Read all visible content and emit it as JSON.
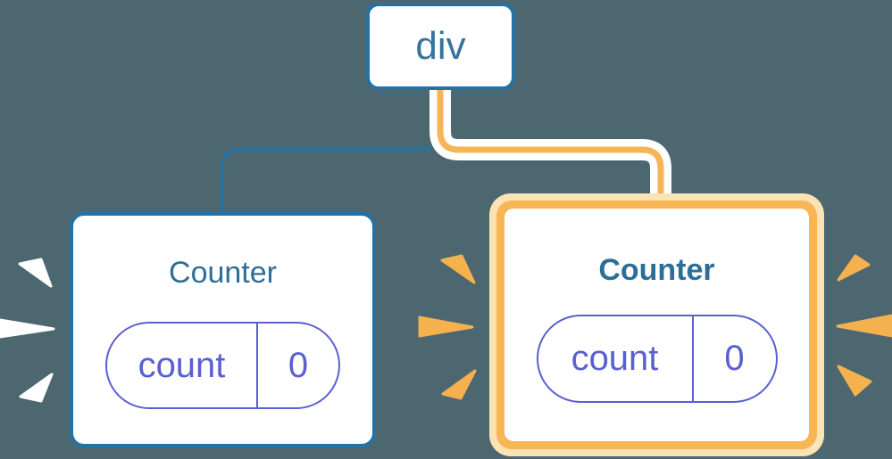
{
  "diagram": {
    "title": "react-render-tree",
    "background_color": "#4C6770",
    "root": {
      "label": "div"
    },
    "children": [
      {
        "label": "Counter",
        "state": {
          "key": "count",
          "value": "0"
        },
        "highlighted": false
      },
      {
        "label": "Counter",
        "state": {
          "key": "count",
          "value": "0"
        },
        "highlighted": true
      }
    ],
    "colors": {
      "blue_stroke": "#2272A6",
      "root_label_blue": "#36749E",
      "title_teal": "#2E6D96",
      "state_indigo": "#5A5FD2",
      "highlight_orange": "#F7B556",
      "highlight_orange_light": "#FBE3B3",
      "connector_orange": "#F6B456",
      "burst_orange": "#F6B14F",
      "burst_white": "#FFFFFF"
    },
    "icons": [
      "burst-icon"
    ]
  }
}
